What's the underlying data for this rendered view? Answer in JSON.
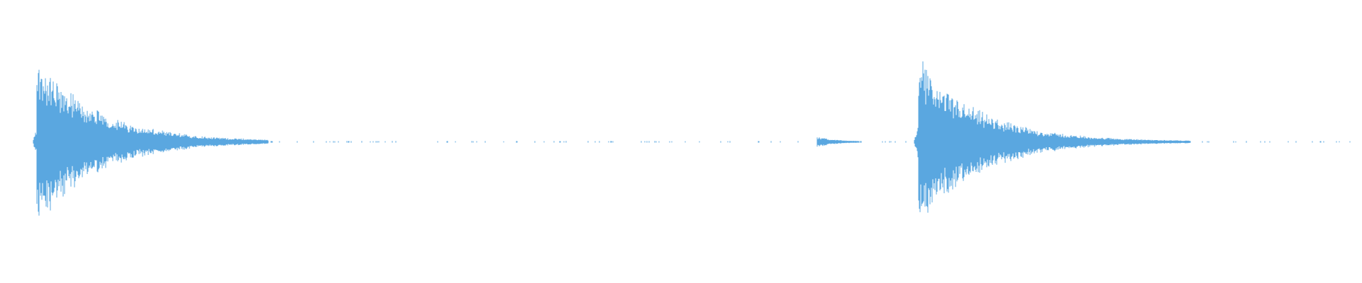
{
  "waveform": {
    "color": "#5aa7e0",
    "background": "#ffffff",
    "amplitude_max": 1.0,
    "duration": 1.0,
    "clips": [
      {
        "start": 0.027,
        "peak_amplitude": 1.0,
        "decay": 0.045,
        "tail": 0.17
      },
      {
        "start": 0.674,
        "peak_amplitude": 1.0,
        "decay": 0.045,
        "tail": 0.2
      }
    ],
    "pre_transient": {
      "start": 0.6,
      "amplitude": 0.06,
      "length": 0.04
    },
    "noise_floor": 0.006
  }
}
